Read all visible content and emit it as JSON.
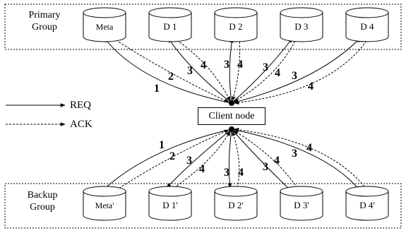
{
  "groups": {
    "primary": {
      "line1": "Primary",
      "line2": "Group"
    },
    "backup": {
      "line1": "Backup",
      "line2": "Group"
    }
  },
  "legend": {
    "req": "REQ",
    "ack": "ACK"
  },
  "client_node": "Client node",
  "primary_disks": [
    "Meta",
    "D 1",
    "D 2",
    "D 3",
    "D 4"
  ],
  "backup_disks": [
    "Meta'",
    "D 1'",
    "D 2'",
    "D 3'",
    "D 4'"
  ],
  "step_labels": {
    "primary_meta": [
      "1",
      "2"
    ],
    "primary_d1": [
      "3",
      "4"
    ],
    "primary_d2": [
      "3",
      "4"
    ],
    "primary_d3": [
      "3",
      "4"
    ],
    "primary_d4": [
      "3",
      "4"
    ],
    "backup_meta": [
      "1",
      "2"
    ],
    "backup_d1": [
      "3",
      "4"
    ],
    "backup_d2": [
      "3",
      "4"
    ],
    "backup_d3": [
      "3",
      "4"
    ],
    "backup_d4": [
      "3",
      "4"
    ]
  }
}
